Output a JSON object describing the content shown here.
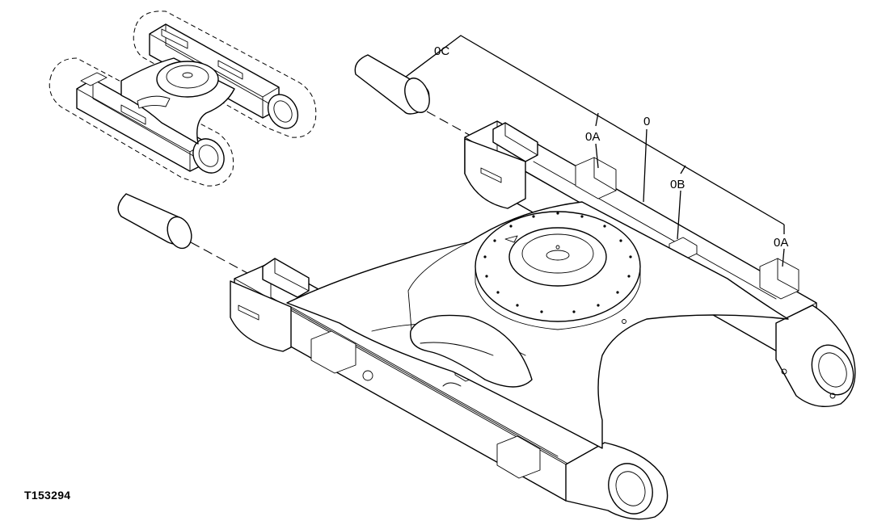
{
  "figure_id": "T153294",
  "callouts": {
    "oc": "0C",
    "o": "0",
    "oa_left": "0A",
    "ob": "0B",
    "oa_right": "0A"
  },
  "colors": {
    "line": "#000000",
    "background": "#ffffff"
  }
}
